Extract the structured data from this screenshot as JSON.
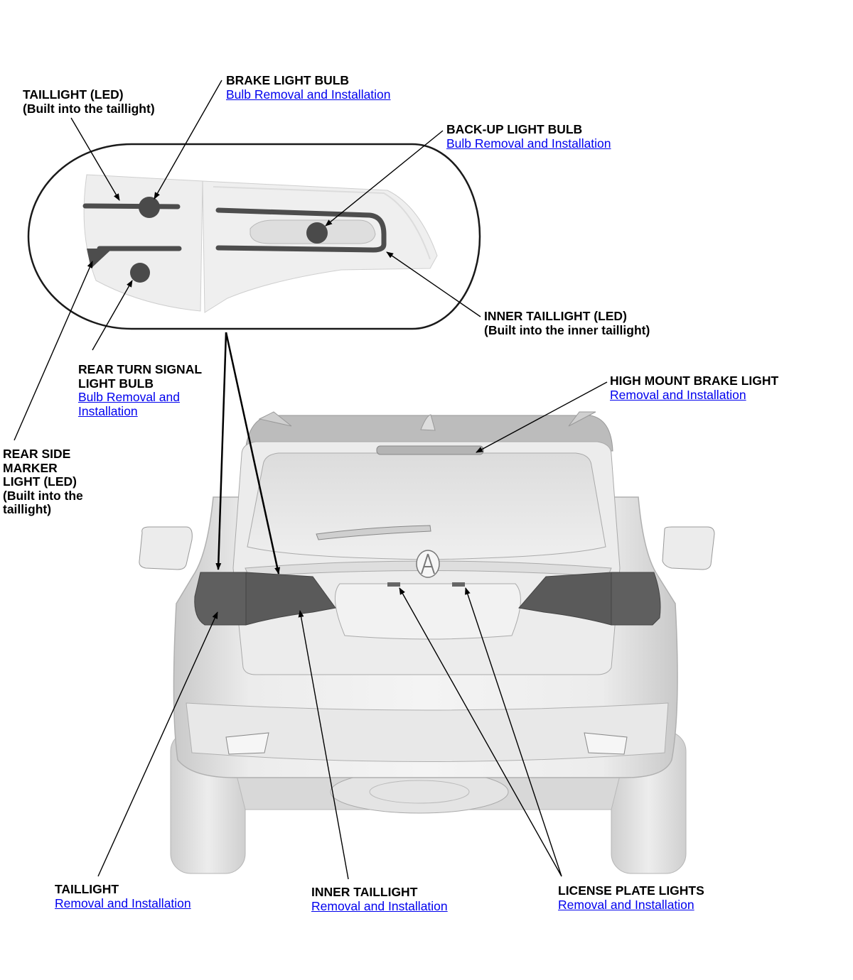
{
  "colors": {
    "link": "#0000ee",
    "lamp_dark": "#5a5a5a",
    "leader": "#000000"
  },
  "callouts": {
    "taillight_led": {
      "title1": "TAILLIGHT (LED)",
      "title2": "(Built into the taillight)"
    },
    "brake_light_bulb": {
      "title1": "BRAKE LIGHT BULB",
      "link1": "Bulb Removal and Installation"
    },
    "backup_light_bulb": {
      "title1": "BACK-UP LIGHT BULB",
      "link1": "Bulb Removal and Installation"
    },
    "inner_taillight_led": {
      "title1": "INNER TAILLIGHT (LED)",
      "title2": "(Built into the inner taillight)"
    },
    "rear_turn_signal": {
      "title1": "REAR TURN SIGNAL",
      "title2": "LIGHT BULB",
      "link1": "Bulb Removal and",
      "link2": "Installation"
    },
    "high_mount_brake": {
      "title1": "HIGH MOUNT BRAKE LIGHT",
      "link1": "Removal and Installation"
    },
    "rear_side_marker": {
      "title1": "REAR SIDE",
      "title2": "MARKER",
      "title3": "LIGHT (LED)",
      "title4": "(Built into the",
      "title5": "taillight)"
    },
    "taillight": {
      "title1": "TAILLIGHT",
      "link1": "Removal and Installation"
    },
    "inner_taillight": {
      "title1": "INNER TAILLIGHT",
      "link1": "Removal and Installation"
    },
    "license_plate_lights": {
      "title1": "LICENSE PLATE LIGHTS",
      "link1": "Removal and Installation"
    }
  }
}
